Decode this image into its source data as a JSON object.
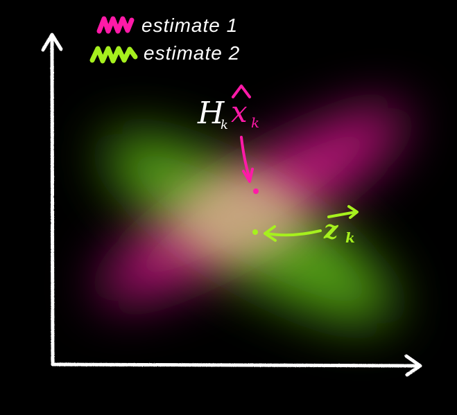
{
  "legend": {
    "items": [
      {
        "label": "estimate 1",
        "color": "#ff1aa8",
        "swatch_icon": "scribble-swatch-icon"
      },
      {
        "label": "estimate 2",
        "color": "#a6f01e",
        "swatch_icon": "scribble-swatch-icon"
      }
    ]
  },
  "annotations": {
    "prediction": {
      "H": "H",
      "H_subscript": "k",
      "x": "x",
      "x_subscript": "k",
      "hat": "^",
      "color_H": "#ffffff",
      "color_x": "#ff1aa8"
    },
    "measurement": {
      "z": "z",
      "z_subscript": "k",
      "color": "#a6f01e"
    }
  },
  "colors": {
    "background": "#000000",
    "axis": "#ffffff",
    "estimate1": "#ff1aa8",
    "estimate2": "#a6f01e",
    "overlap": "#c8a882"
  }
}
